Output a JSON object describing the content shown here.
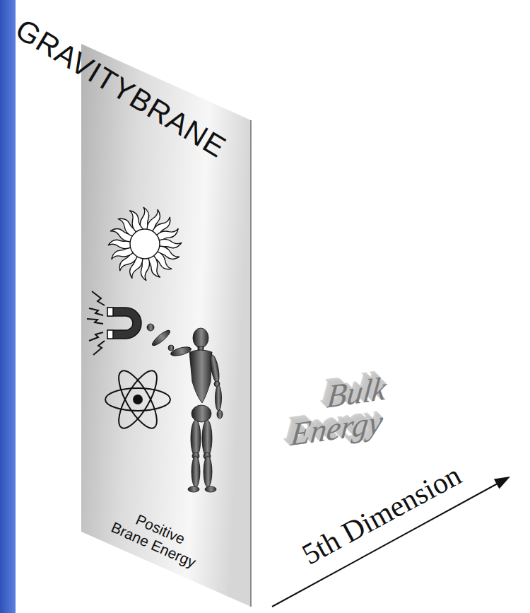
{
  "diagram": {
    "nodes": [
      {
        "text": [
          "GRAVITYBRANE",
          "Positive Brane Energy"
        ]
      }
    ],
    "labels": [
      "Bulk Energy",
      "5th Dimension"
    ]
  }
}
